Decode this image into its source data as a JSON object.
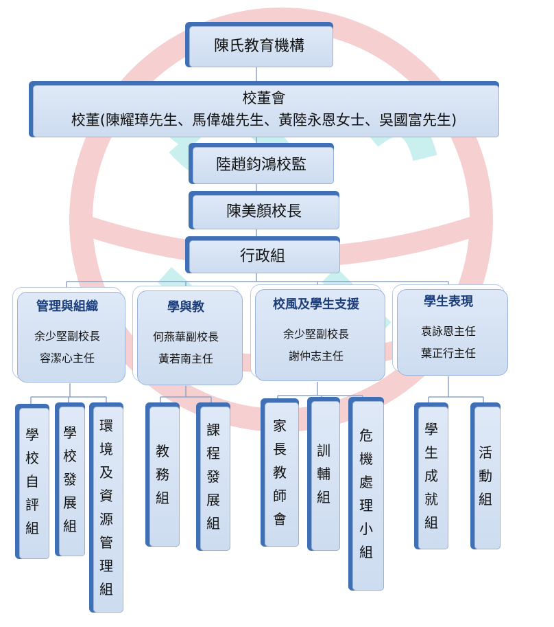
{
  "top": "陳氏教育機構",
  "board": {
    "title": "校董會",
    "members": "校董(陳耀璋先生、馬偉雄先生、黃陸永恩女士、吳國富先生)"
  },
  "supervisor": "陸趙鈞鴻校監",
  "principal": "陳美顏校長",
  "admin": "行政組",
  "departments": [
    {
      "title": "管理與組織",
      "people": [
        "余少堅副校長",
        "容潔心主任"
      ]
    },
    {
      "title": "學與教",
      "people": [
        "何燕華副校長",
        "黃若南主任"
      ]
    },
    {
      "title": "校風及學生支援",
      "people": [
        "余少堅副校長",
        "謝仲志主任"
      ]
    },
    {
      "title": "學生表現",
      "people": [
        "袁詠恩主任",
        "葉正行主任"
      ]
    }
  ],
  "groups": [
    [
      "學校自評組",
      "學校發展組",
      "環境及資源管理組"
    ],
    [
      "教務組",
      "課程發展組"
    ],
    [
      "家長教師會",
      "訓輔組",
      "危機處理小組"
    ],
    [
      "學生成就組",
      "活動組"
    ]
  ],
  "colors": {
    "shadow": "#3f6fb5",
    "face": "#d4e1f3",
    "border": "#9bb3d8",
    "heading": "#1b3e7a",
    "watermark_red": "#f6c9c9",
    "watermark_cyan": "#c6f0f0"
  }
}
